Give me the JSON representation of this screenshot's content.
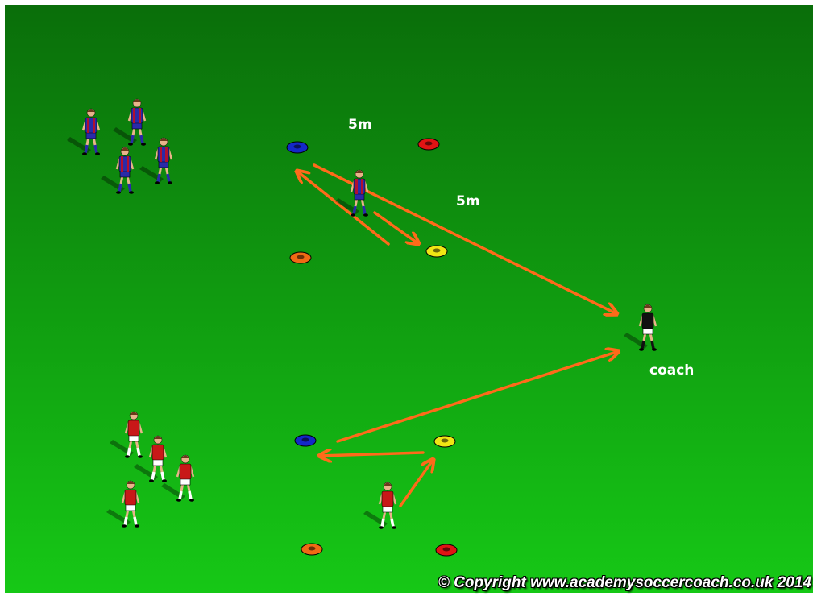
{
  "labels": {
    "distance_top": "5m",
    "distance_diagonal": "5m",
    "coach": "coach"
  },
  "copyright": "© Copyright www.academysoccercoach.co.uk 2014",
  "colors": {
    "pitch_top": "#0a6e0a",
    "pitch_bottom": "#16c816",
    "arrow": "#ff6a1a",
    "blue_team_shirt": "#2a2aa8",
    "blue_team_stripe": "#b01030",
    "red_team_shirt": "#c81818",
    "coach_shirt": "#111111",
    "cone_blue": "#1428c8",
    "cone_red": "#e01414",
    "cone_orange": "#f06a14",
    "cone_yellow": "#f0e614"
  }
}
